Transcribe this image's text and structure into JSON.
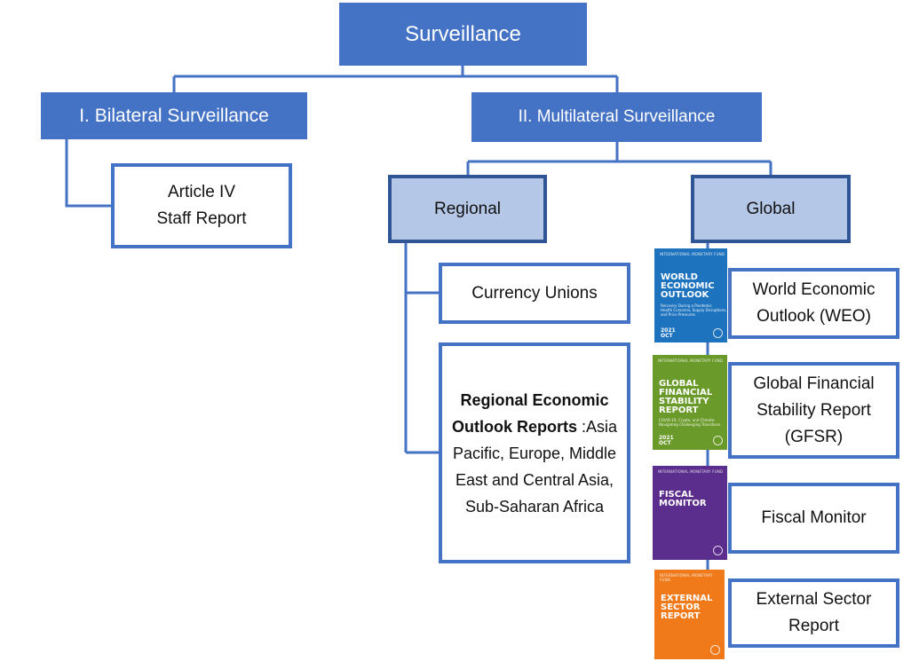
{
  "colors": {
    "primary": "#4472c4",
    "light": "#b4c7e7",
    "dark_border": "#2f5597",
    "line": "#4472c4"
  },
  "root": {
    "label": "Surveillance"
  },
  "bilateral": {
    "label": "I. Bilateral Surveillance"
  },
  "multilateral": {
    "label": "II. Multilateral Surveillance"
  },
  "article_iv": {
    "line1": "Article IV",
    "line2": "Staff Report"
  },
  "regional": {
    "label": "Regional"
  },
  "global": {
    "label": "Global"
  },
  "currency_unions": {
    "label": "Currency Unions"
  },
  "reo": {
    "title_line1": "Regional Economic",
    "title_line2_bold": "Outlook Reports",
    "title_line2_rest": " :Asia",
    "line3": "Pacific, Europe, Middle",
    "line4": "East and Central Asia,",
    "line5": "Sub-Saharan Africa"
  },
  "weo": {
    "line1": "World Economic",
    "line2": "Outlook (WEO)"
  },
  "gfsr": {
    "line1": "Global Financial",
    "line2": "Stability Report",
    "line3": "(GFSR)"
  },
  "fm": {
    "label": "Fiscal Monitor"
  },
  "esr": {
    "line1": "External Sector",
    "line2": "Report"
  },
  "covers": [
    {
      "icon": "weo-cover-image",
      "color": "#1e73be",
      "org": "INTERNATIONAL MONETARY FUND",
      "title": "WORLD\nECONOMIC\nOUTLOOK",
      "subtitle": "Recovery During a Pandemic\nHealth Concerns, Supply Disruptions,\nand Price Pressures",
      "year": "2021\nOCT"
    },
    {
      "icon": "gfsr-cover-image",
      "color": "#6a9a2a",
      "org": "INTERNATIONAL MONETARY FUND",
      "title": "GLOBAL\nFINANCIAL\nSTABILITY\nREPORT",
      "subtitle": "COVID-19, Crypto, and Climate:\nNavigating Challenging Transitions",
      "year": "2021\nOCT"
    },
    {
      "icon": "fiscal-monitor-cover-image",
      "color": "#5b2d8c",
      "org": "INTERNATIONAL MONETARY FUND",
      "title": "FISCAL\nMONITOR",
      "subtitle": "",
      "year": ""
    },
    {
      "icon": "external-sector-cover-image",
      "color": "#f07a1a",
      "org": "INTERNATIONAL MONETARY FUND",
      "title": "EXTERNAL\nSECTOR\nREPORT",
      "subtitle": "",
      "year": ""
    }
  ]
}
